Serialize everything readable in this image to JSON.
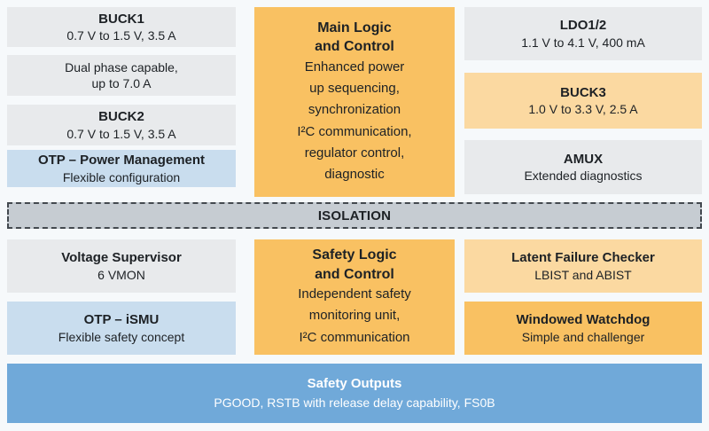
{
  "palette": {
    "page-bg": "#f6f9fb",
    "block-gray": "#e8eaec",
    "block-blue": "#c9ddee",
    "block-orange": "#f9c162",
    "block-light-orange": "#fbd9a1",
    "isolation-fill": "#c6ccd2",
    "isolation-border": "#43494f",
    "footer-blue": "#70a9d9",
    "text-dark": "#1d2125",
    "text-light": "#ffffff"
  },
  "top": {
    "left": [
      {
        "title": "BUCK1",
        "body": "0.7 V to 1.5 V, 3.5 A"
      },
      {
        "title": "",
        "body": "Dual phase capable,\nup to 7.0 A"
      },
      {
        "title": "BUCK2",
        "body": "0.7 V to 1.5 V, 3.5 A"
      },
      {
        "title": "OTP – Power Management",
        "body": "Flexible configuration"
      }
    ],
    "middle": {
      "title": "Main Logic\nand Control",
      "body": "Enhanced power\nup sequencing,\nsynchronization\nI²C communication,\nregulator control,\ndiagnostic"
    },
    "right": [
      {
        "title": "LDO1/2",
        "body": "1.1 V to 4.1 V, 400 mA"
      },
      {
        "title": "BUCK3",
        "body": "1.0 V to 3.3 V, 2.5 A"
      },
      {
        "title": "AMUX",
        "body": "Extended diagnostics"
      }
    ]
  },
  "isolation": {
    "label": "ISOLATION"
  },
  "bottom": {
    "left": [
      {
        "title": "Voltage Supervisor",
        "body": "6 VMON"
      },
      {
        "title": "OTP – iSMU",
        "body": "Flexible safety concept"
      }
    ],
    "middle": {
      "title": "Safety Logic\nand Control",
      "body": "Independent safety\nmonitoring unit,\nI²C communication"
    },
    "right": [
      {
        "title": "Latent Failure Checker",
        "body": "LBIST and ABIST"
      },
      {
        "title": "Windowed Watchdog",
        "body": "Simple and challenger"
      }
    ]
  },
  "footer": {
    "title": "Safety Outputs",
    "body": "PGOOD, RSTB with release delay capability, FS0B"
  }
}
